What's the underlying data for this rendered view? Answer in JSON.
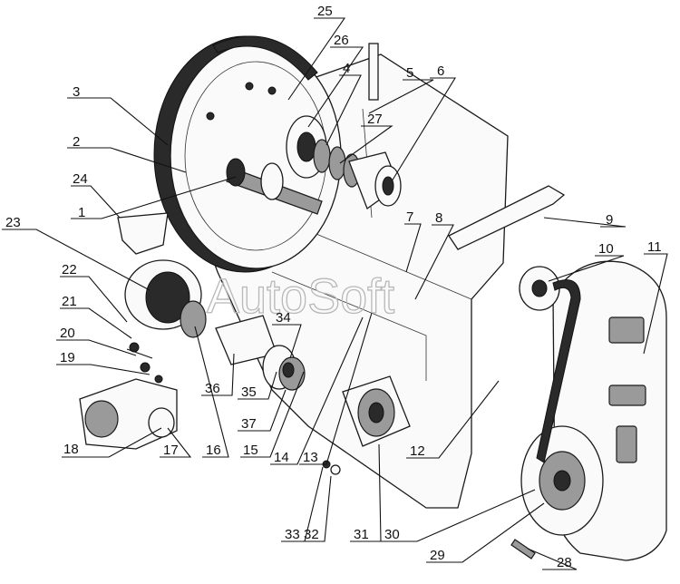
{
  "watermark": "AutoSoft",
  "callouts": [
    {
      "num": "1"
    },
    {
      "num": "2"
    },
    {
      "num": "3"
    },
    {
      "num": "4"
    },
    {
      "num": "5"
    },
    {
      "num": "6"
    },
    {
      "num": "7"
    },
    {
      "num": "8"
    },
    {
      "num": "9"
    },
    {
      "num": "10"
    },
    {
      "num": "11"
    },
    {
      "num": "12"
    },
    {
      "num": "13"
    },
    {
      "num": "14"
    },
    {
      "num": "15"
    },
    {
      "num": "16"
    },
    {
      "num": "17"
    },
    {
      "num": "18"
    },
    {
      "num": "19"
    },
    {
      "num": "20"
    },
    {
      "num": "21"
    },
    {
      "num": "22"
    },
    {
      "num": "23"
    },
    {
      "num": "24"
    },
    {
      "num": "25"
    },
    {
      "num": "26"
    },
    {
      "num": "27"
    },
    {
      "num": "28"
    },
    {
      "num": "29"
    },
    {
      "num": "30"
    },
    {
      "num": "31"
    },
    {
      "num": "32"
    },
    {
      "num": "33"
    },
    {
      "num": "34"
    },
    {
      "num": "35"
    },
    {
      "num": "36"
    },
    {
      "num": "37"
    }
  ]
}
